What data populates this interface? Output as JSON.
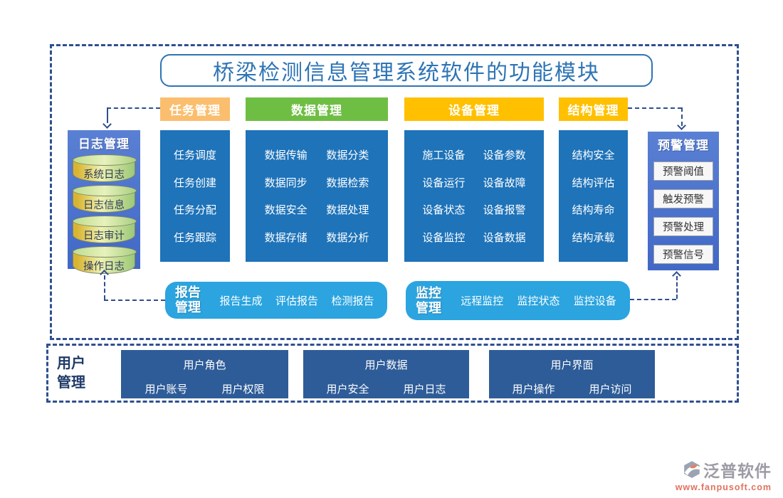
{
  "title": "桥梁检测信息管理系统软件的功能模块",
  "modules": {
    "task": {
      "header": "任务管理",
      "items": [
        "任务调度",
        "任务创建",
        "任务分配",
        "任务跟踪"
      ]
    },
    "data": {
      "header": "数据管理",
      "rows": [
        [
          "数据传输",
          "数据分类"
        ],
        [
          "数据同步",
          "数据检索"
        ],
        [
          "数据安全",
          "数据处理"
        ],
        [
          "数据存储",
          "数据分析"
        ]
      ]
    },
    "device": {
      "header": "设备管理",
      "rows": [
        [
          "施工设备",
          "设备参数"
        ],
        [
          "设备运行",
          "设备故障"
        ],
        [
          "设备状态",
          "设备报警"
        ],
        [
          "设备监控",
          "设备数据"
        ]
      ]
    },
    "structure": {
      "header": "结构管理",
      "items": [
        "结构安全",
        "结构评估",
        "结构寿命",
        "结构承载"
      ]
    }
  },
  "log": {
    "title": "日志管理",
    "items": [
      "系统日志",
      "日志信息",
      "日志审计",
      "操作日志"
    ]
  },
  "alert": {
    "title": "预警管理",
    "items": [
      "预警阈值",
      "触发预警",
      "预警处理",
      "预警信号"
    ]
  },
  "report": {
    "title": "报告管理",
    "items": [
      "报告生成",
      "评估报告",
      "检测报告"
    ]
  },
  "monitor": {
    "title": "监控管理",
    "items": [
      "远程监控",
      "监控状态",
      "监控设备"
    ]
  },
  "user": {
    "title": "用户管理",
    "groups": [
      {
        "title": "用户角色",
        "items": [
          "用户账号",
          "用户权限"
        ]
      },
      {
        "title": "用户数据",
        "items": [
          "用户安全",
          "用户日志"
        ]
      },
      {
        "title": "用户界面",
        "items": [
          "用户操作",
          "用户访问"
        ]
      }
    ]
  },
  "footer": {
    "brand": "泛普软件",
    "url": "www.fanpusoft.com"
  },
  "colors": {
    "column_blue": "#1E73B9",
    "royal_blue": "#4A74C8",
    "navy": "#2E5C98",
    "sky_blue": "#2BA4E0",
    "gold": "#FFC000",
    "green": "#6FBE44",
    "light_orange": "#FBBE6E",
    "border_navy": "#30508F",
    "title_blue": "#2E74B5"
  }
}
